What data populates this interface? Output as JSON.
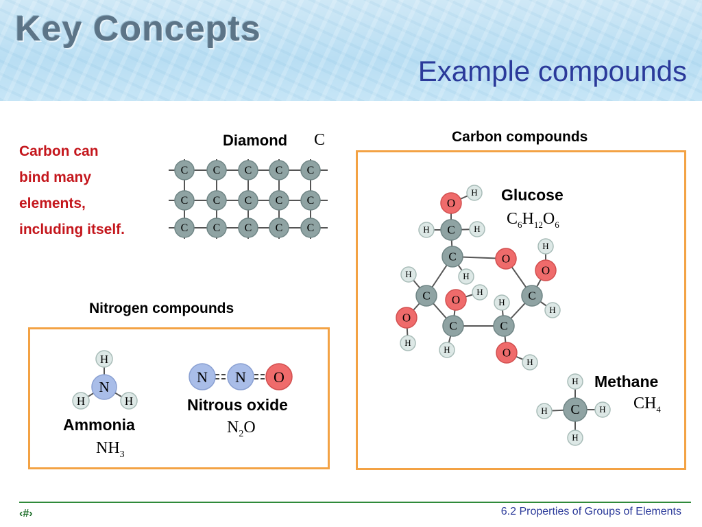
{
  "header": {
    "banner_title": "Key Concepts",
    "slide_title": "Example compounds"
  },
  "sidebar_text": [
    "Carbon can",
    "bind many",
    "elements,",
    "including itself."
  ],
  "diamond": {
    "name": "Diamond",
    "formula": "C",
    "atom": "C"
  },
  "nitrogen": {
    "label": "Nitrogen compounds",
    "ammonia": {
      "name": "Ammonia",
      "formula_main": "NH",
      "formula_sub": "3"
    },
    "nitrous_oxide": {
      "name": "Nitrous oxide",
      "formula_a": "N",
      "formula_sub": "2",
      "formula_b": "O"
    }
  },
  "carbon": {
    "label": "Carbon compounds",
    "glucose": {
      "name": "Glucose",
      "f1": "C",
      "s1": "6",
      "f2": "H",
      "s2": "12",
      "f3": "O",
      "s3": "6"
    },
    "methane": {
      "name": "Methane",
      "formula_main": "CH",
      "formula_sub": "4"
    }
  },
  "atoms": {
    "C": "C",
    "H": "H",
    "O": "O",
    "N": "N"
  },
  "colors": {
    "carbon": "#8fa3a3",
    "hydrogen": "#dde8e6",
    "oxygen": "#ef6b6b",
    "nitrogen": "#a9bde8",
    "frame": "#f3a244",
    "title": "#2b3a9a",
    "accent": "#c4161c"
  },
  "footer": {
    "page": "‹#›",
    "section": "6.2  Properties of Groups of Elements"
  }
}
